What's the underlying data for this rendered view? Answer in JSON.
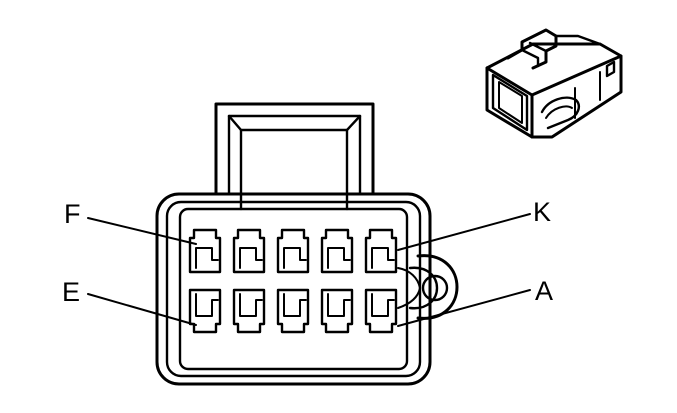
{
  "pin_labels": {
    "top_left": "F",
    "bottom_left": "E",
    "top_right": "K",
    "bottom_right": "A"
  },
  "connector": {
    "rows": 2,
    "cavities_per_row": 5
  },
  "colors": {
    "line": "#000000",
    "background": "#ffffff"
  }
}
